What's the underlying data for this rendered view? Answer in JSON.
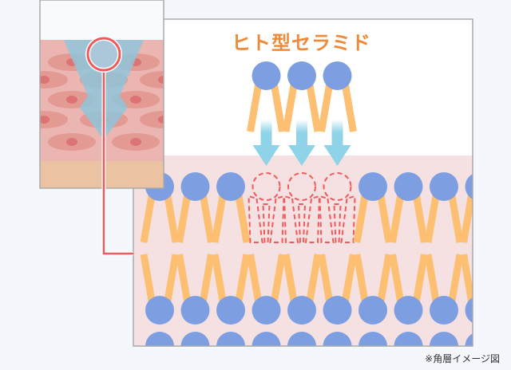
{
  "title": "ヒト型セラミド",
  "note": "※角層イメージ図",
  "colors": {
    "head": "#7d9ee0",
    "tail": "#fdbf72",
    "arrow": "#8fd3e8",
    "highlight": "#f05a5a",
    "stratum": "#f5e1e2",
    "title": "#f08a3a"
  },
  "lipid_columns": 10,
  "ceramide_columns": [
    3,
    4,
    5
  ]
}
